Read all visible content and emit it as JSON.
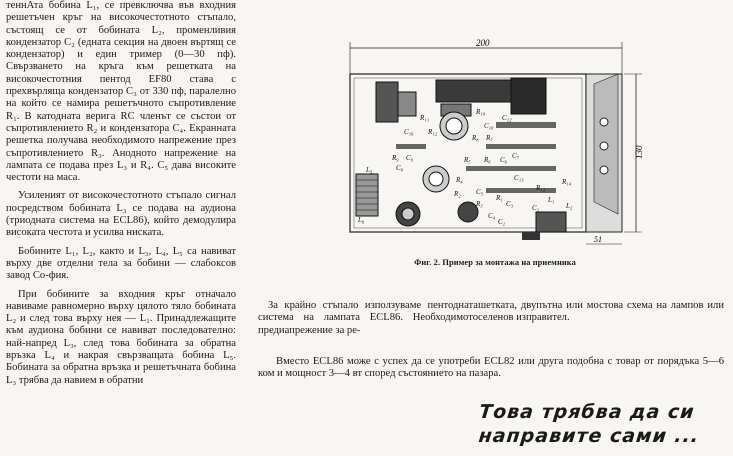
{
  "left_column": [
    "теннАта бобина L₁, се превключва във входния решетъчен кръг на високочестотното стъпало, състоящ се от бобината L₂, променливия кондензатор C₂ (едната секция на двоен въртящ се кондензатор) и един тример (0—30 пф). Свързването на кръга към решетката на високочестотния пентод EF80 става с прехвърляща кондензатор C₃ от 330 пф, паралелно на който се намира решетъчното съпротивление R₁. В катодната верига RC членът се състои от съпротивлението R₂ и кондензатора C₄. Екранната решетка получава необходимото напрежение през съпротивлението R₃. Анодното напрежение на лампата се подава през L₃ и R₄. C₅ дава високите честоти на маса.",
    "Усиленият от високочестотното стъпало сигнал посредством бобината L₃ се подава на аудиона (триодната система на ECL86), който демодулира високата честота и усилва ниската.",
    "Бобините L₁, L₂, както и L₃, L₄, L₅ са навиват върху две отделни тела за бобини — слабоксов завод Со-фия.",
    "При бобините за входния кръг отначало навиваме равномерно върху цялото тяло бобината L₂ и след това върху нея — L₁. Принадлежащите към аудиона бобини се навиват последователно: най-напред L₃, след това бобината за обратна връзка L₄ и накрая свързващата бобина L₅. Бобината за обратна връзка и решетъчната бобина L₃ трябва да навием в обратни"
  ],
  "figure": {
    "dimension_width": "200",
    "dimension_height": "130",
    "dimension_small": "51",
    "labels": [
      "C₁₆",
      "R₁₁",
      "R₁₂",
      "R₁₀",
      "C₁₀",
      "C₁₂",
      "R₉",
      "C₉",
      "R₈",
      "R₇",
      "C₈",
      "R₅",
      "R₆",
      "C₆",
      "C₇",
      "L₅",
      "L₆",
      "R₄",
      "C₁₃",
      "R₂",
      "C₅",
      "R₁",
      "C₃",
      "C₁",
      "R₃",
      "C₄",
      "C₂",
      "R₁₃",
      "R₁₄",
      "L₁",
      "L₂"
    ]
  },
  "caption": "Фиг. 2. Пример за монтажа на приемника",
  "mid_text": "За крайно стъпало използуваме пентодната система на лампата ECL86. Необходимото предиапрежение за ре-",
  "right_text": "шетката, двупътна или мостова схема на лампов или селенов изправител.",
  "bottom_text": "Вместо ECL86 може с успех да се употреби ECL82 или друга подобна с товар от порядъка 5—6 ком и мощност 3—4 вт според състоянието на пазара.",
  "handwritten": {
    "line1": "Това трябва да си",
    "line2": "направите сами ..."
  }
}
